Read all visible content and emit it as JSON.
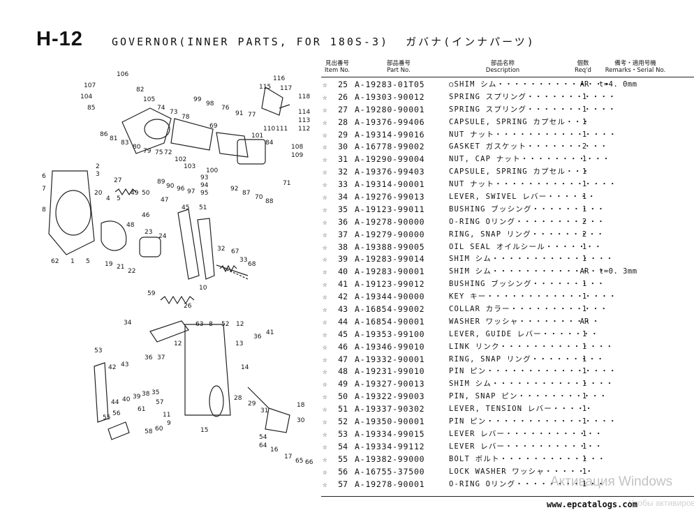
{
  "page": {
    "code": "H-12",
    "title": "GOVERNOR(INNER PARTS, FOR 180S-3)  ガバナ(インナパーツ)"
  },
  "table": {
    "headers": {
      "item": "見出番号\nItem No.",
      "part": "部品番号\nPart No.",
      "desc": "部品名称\nDescription",
      "qty": "個数\nReq'd",
      "remarks": "備考・適用号機\nRemarks・Serial No."
    },
    "rows": [
      {
        "mark": "☆",
        "item": "25",
        "part": "A-19283-01T05",
        "desc": "○SHIM シム・・・・・・・・・・・・・・",
        "qty": "AR",
        "remarks": "t=4. 0mm"
      },
      {
        "mark": "☆",
        "item": "26",
        "part": "A-19303-90012",
        "desc": "SPRING スプリング・・・・・・・・・・・",
        "qty": "1",
        "remarks": ""
      },
      {
        "mark": "☆",
        "item": "27",
        "part": "A-19280-90001",
        "desc": "SPRING スプリング・・・・・・・・・・・",
        "qty": "1",
        "remarks": ""
      },
      {
        "mark": "☆",
        "item": "28",
        "part": "A-19376-99406",
        "desc": "CAPSULE, SPRING カプセル・・・",
        "qty": "1",
        "remarks": ""
      },
      {
        "mark": "☆",
        "item": "29",
        "part": "A-19314-99016",
        "desc": "NUT ナット・・・・・・・・・・・・・・・",
        "qty": "1",
        "remarks": ""
      },
      {
        "mark": "☆",
        "item": "30",
        "part": "A-16778-99002",
        "desc": "GASKET ガスケット・・・・・・・・・・",
        "qty": "2",
        "remarks": ""
      },
      {
        "mark": "☆",
        "item": "31",
        "part": "A-19290-99004",
        "desc": "NUT, CAP ナット・・・・・・・・・・・",
        "qty": "1",
        "remarks": ""
      },
      {
        "mark": "☆",
        "item": "32",
        "part": "A-19376-99403",
        "desc": "CAPSULE, SPRING カプセル・・・",
        "qty": "1",
        "remarks": ""
      },
      {
        "mark": "☆",
        "item": "33",
        "part": "A-19314-90001",
        "desc": "NUT ナット・・・・・・・・・・・・・・・",
        "qty": "1",
        "remarks": ""
      },
      {
        "mark": "☆",
        "item": "34",
        "part": "A-19276-99013",
        "desc": "LEVER, SWIVEL レバー・・・・・・",
        "qty": "1",
        "remarks": ""
      },
      {
        "mark": "☆",
        "item": "35",
        "part": "A-19123-99011",
        "desc": "BUSHING ブッシング・・・・・・・・・",
        "qty": "1",
        "remarks": ""
      },
      {
        "mark": "☆",
        "item": "36",
        "part": "A-19278-90000",
        "desc": "O-RING Oリング・・・・・・・・・・・",
        "qty": "2",
        "remarks": ""
      },
      {
        "mark": "☆",
        "item": "37",
        "part": "A-19279-90000",
        "desc": "RING, SNAP リング・・・・・・・・・",
        "qty": "2",
        "remarks": ""
      },
      {
        "mark": "☆",
        "item": "38",
        "part": "A-19388-99005",
        "desc": "OIL SEAL オイルシール・・・・・・・",
        "qty": "1",
        "remarks": ""
      },
      {
        "mark": "☆",
        "item": "39",
        "part": "A-19283-99014",
        "desc": "SHIM シム・・・・・・・・・・・・・・・",
        "qty": "1",
        "remarks": ""
      },
      {
        "mark": "☆",
        "item": "40",
        "part": "A-19283-90001",
        "desc": "SHIM シム・・・・・・・・・・・・・・",
        "qty": "AR",
        "remarks": "t=0. 3mm"
      },
      {
        "mark": "☆",
        "item": "41",
        "part": "A-19123-99012",
        "desc": "BUSHING ブッシング・・・・・・・・・",
        "qty": "1",
        "remarks": ""
      },
      {
        "mark": "☆",
        "item": "42",
        "part": "A-19344-90000",
        "desc": "KEY キー・・・・・・・・・・・・・・・・",
        "qty": "1",
        "remarks": ""
      },
      {
        "mark": "☆",
        "item": "43",
        "part": "A-16854-99002",
        "desc": "COLLAR カラー・・・・・・・・・・・・",
        "qty": "1",
        "remarks": ""
      },
      {
        "mark": "☆",
        "item": "44",
        "part": "A-16854-90001",
        "desc": "WASHER ワッシャ・・・・・・・・・・",
        "qty": "AR",
        "remarks": ""
      },
      {
        "mark": "☆",
        "item": "45",
        "part": "A-19353-99100",
        "desc": "LEVER, GUIDE レバー・・・・・・・",
        "qty": "1",
        "remarks": ""
      },
      {
        "mark": "☆",
        "item": "46",
        "part": "A-19346-99010",
        "desc": "LINK リンク・・・・・・・・・・・・・・",
        "qty": "1",
        "remarks": ""
      },
      {
        "mark": "☆",
        "item": "47",
        "part": "A-19332-90001",
        "desc": "RING, SNAP リング・・・・・・・・・",
        "qty": "1",
        "remarks": ""
      },
      {
        "mark": "☆",
        "item": "48",
        "part": "A-19231-99010",
        "desc": "PIN ピン・・・・・・・・・・・・・・・・",
        "qty": "1",
        "remarks": ""
      },
      {
        "mark": "☆",
        "item": "49",
        "part": "A-19327-90013",
        "desc": "SHIM シム・・・・・・・・・・・・・・・",
        "qty": "1",
        "remarks": ""
      },
      {
        "mark": "☆",
        "item": "50",
        "part": "A-19322-99003",
        "desc": "PIN, SNAP ピン・・・・・・・・・・・",
        "qty": "1",
        "remarks": ""
      },
      {
        "mark": "☆",
        "item": "51",
        "part": "A-19337-90302",
        "desc": "LEVER, TENSION レバー・・・・・",
        "qty": "1",
        "remarks": ""
      },
      {
        "mark": "☆",
        "item": "52",
        "part": "A-19350-90001",
        "desc": "PIN ピン・・・・・・・・・・・・・・・・",
        "qty": "1",
        "remarks": ""
      },
      {
        "mark": "☆",
        "item": "53",
        "part": "A-19334-99015",
        "desc": "LEVER レバー・・・・・・・・・・・・",
        "qty": "1",
        "remarks": ""
      },
      {
        "mark": "☆",
        "item": "54",
        "part": "A-19334-99112",
        "desc": "LEVER レバー・・・・・・・・・・・・",
        "qty": "1",
        "remarks": ""
      },
      {
        "mark": "☆",
        "item": "55",
        "part": "A-19382-99000",
        "desc": "BOLT ボルト・・・・・・・・・・・・・",
        "qty": "1",
        "remarks": ""
      },
      {
        "mark": "☆",
        "item": "56",
        "part": "A-16755-37500",
        "desc": "LOCK WASHER ワッシャ・・・・・・",
        "qty": "1",
        "remarks": ""
      },
      {
        "mark": "☆",
        "item": "57",
        "part": "A-19278-90001",
        "desc": "O-RING Oリング・・・・・・・・・・・",
        "qty": "1",
        "remarks": ""
      }
    ]
  },
  "diagram": {
    "callouts": [
      "106",
      "107",
      "104",
      "82",
      "105",
      "85",
      "74",
      "73",
      "78",
      "99",
      "98",
      "76",
      "91",
      "77",
      "116",
      "115",
      "117",
      "118",
      "114",
      "113",
      "111",
      "112",
      "110",
      "86",
      "81",
      "83",
      "80",
      "79",
      "75",
      "72",
      "102",
      "103",
      "69",
      "101",
      "84",
      "108",
      "109",
      "100",
      "93",
      "94",
      "95",
      "92",
      "87",
      "70",
      "88",
      "71",
      "89",
      "90",
      "96",
      "97",
      "2",
      "3",
      "27",
      "49",
      "50",
      "47",
      "20",
      "4",
      "5",
      "6",
      "7",
      "8",
      "46",
      "48",
      "45",
      "51",
      "23",
      "24",
      "21",
      "22",
      "19",
      "62",
      "1",
      "9",
      "32",
      "67",
      "33",
      "68",
      "59",
      "10",
      "26",
      "34",
      "63",
      "52",
      "12",
      "13",
      "36",
      "41",
      "53",
      "42",
      "43",
      "37",
      "14",
      "28",
      "29",
      "44",
      "40",
      "39",
      "38",
      "35",
      "31",
      "56",
      "55",
      "61",
      "57",
      "58",
      "60",
      "11",
      "15",
      "64",
      "16",
      "17",
      "18",
      "30",
      "65",
      "66",
      "54"
    ]
  },
  "footer": {
    "site": "www.epcatalogs.com",
    "watermark": "Активация Windows",
    "watermark2": "Чтобы активировать Windo"
  }
}
